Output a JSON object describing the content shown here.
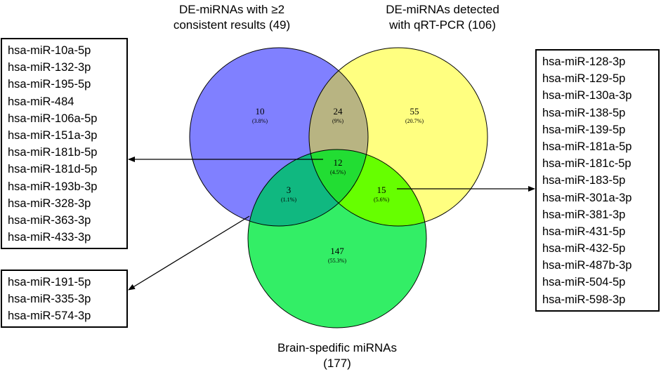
{
  "colors": {
    "set_a": "#8080ff",
    "set_b": "#ffff80",
    "set_c": "#33ee66",
    "overlap_ab": "#b8b482",
    "overlap_ac": "#10b880",
    "overlap_bc": "#66ff00",
    "overlap_abc": "#22dd33"
  },
  "sets": {
    "a": {
      "label_line1": "DE-miRNAs with ≥2",
      "label_line2": "consistent results (49)"
    },
    "b": {
      "label_line1": "DE-miRNAs detected",
      "label_line2": "with qRT-PCR (106)"
    },
    "c": {
      "label_line1": "Brain-spedific miRNAs",
      "label_line2": "(177)"
    }
  },
  "regions": {
    "a_only": {
      "count": "10",
      "pct": "(3.8%)"
    },
    "ab": {
      "count": "24",
      "pct": "(9%)"
    },
    "b_only": {
      "count": "55",
      "pct": "(20.7%)"
    },
    "abc": {
      "count": "12",
      "pct": "(4.5%)"
    },
    "ac": {
      "count": "3",
      "pct": "(1.1%)"
    },
    "bc": {
      "count": "15",
      "pct": "(5.6%)"
    },
    "c_only": {
      "count": "147",
      "pct": "(55.3%)"
    }
  },
  "lists": {
    "abc": [
      "hsa-miR-10a-5p",
      "hsa-miR-132-3p",
      "hsa-miR-195-5p",
      "hsa-miR-484",
      "hsa-miR-106a-5p",
      "hsa-miR-151a-3p",
      "hsa-miR-181b-5p",
      "hsa-miR-181d-5p",
      "hsa-miR-193b-3p",
      "hsa-miR-328-3p",
      "hsa-miR-363-3p",
      "hsa-miR-433-3p"
    ],
    "ac": [
      "hsa-miR-191-5p",
      "hsa-miR-335-3p",
      "hsa-miR-574-3p"
    ],
    "bc": [
      "hsa-miR-128-3p",
      "hsa-miR-129-5p",
      "hsa-miR-130a-3p",
      "hsa-miR-138-5p",
      "hsa-miR-139-5p",
      "hsa-miR-181a-5p",
      "hsa-miR-181c-5p",
      "hsa-miR-183-5p",
      "hsa-miR-301a-3p",
      "hsa-miR-381-3p",
      "hsa-miR-431-5p",
      "hsa-miR-432-5p",
      "hsa-miR-487b-3p",
      "hsa-miR-504-5p",
      "hsa-miR-598-3p"
    ]
  }
}
